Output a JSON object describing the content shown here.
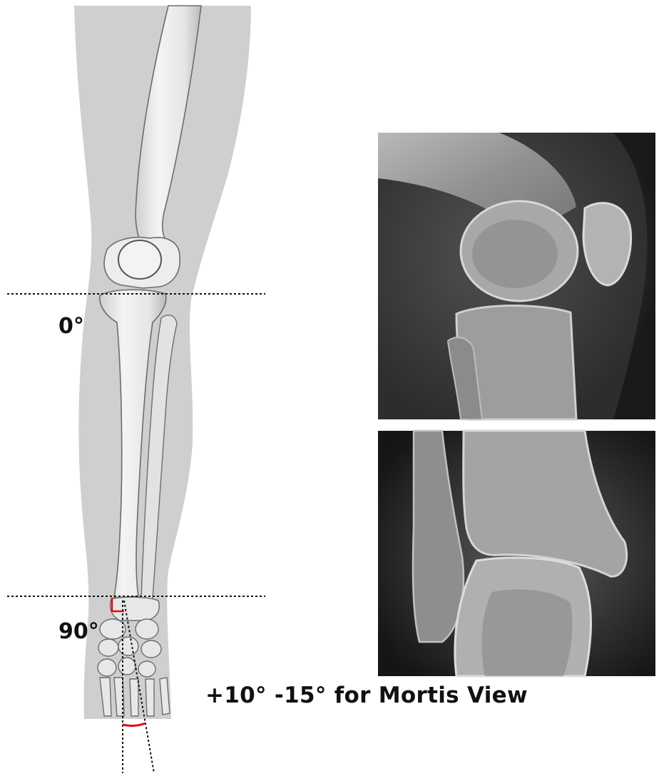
{
  "angle_labels": {
    "knee_reference": "0°",
    "ankle_reference": "90°"
  },
  "caption": "+10° -15° for Mortis View",
  "panels": [
    {
      "name": "lateral-knee-radiograph"
    },
    {
      "name": "ankle-mortise-radiograph"
    }
  ],
  "colors": {
    "leg_silhouette": "#cfcfcf",
    "bone": "#e9e9e9",
    "bone_outline": "#6d6d6d",
    "reference_line": "#111111",
    "angle_marker": "#e01010",
    "xray_background": "#202020"
  }
}
